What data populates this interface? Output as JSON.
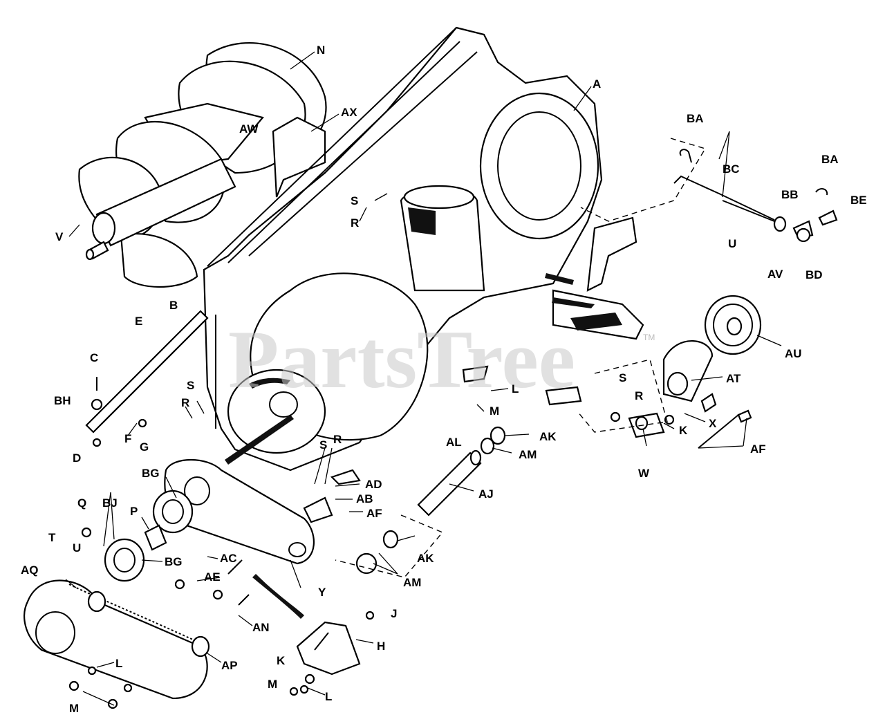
{
  "watermark": {
    "text": "PartsTree",
    "tm": "TM"
  },
  "callouts": [
    {
      "id": "N",
      "text": "N"
    },
    {
      "id": "AX",
      "text": "AX"
    },
    {
      "id": "AW",
      "text": "AW"
    },
    {
      "id": "A",
      "text": "A"
    },
    {
      "id": "BA1",
      "text": "BA"
    },
    {
      "id": "BC",
      "text": "BC"
    },
    {
      "id": "BA2",
      "text": "BA"
    },
    {
      "id": "BB",
      "text": "BB"
    },
    {
      "id": "BE",
      "text": "BE"
    },
    {
      "id": "BD",
      "text": "BD"
    },
    {
      "id": "U1",
      "text": "U"
    },
    {
      "id": "AV",
      "text": "AV"
    },
    {
      "id": "AU",
      "text": "AU"
    },
    {
      "id": "AT",
      "text": "AT"
    },
    {
      "id": "S1",
      "text": "S"
    },
    {
      "id": "R1",
      "text": "R"
    },
    {
      "id": "V",
      "text": "V"
    },
    {
      "id": "B",
      "text": "B"
    },
    {
      "id": "E",
      "text": "E"
    },
    {
      "id": "C",
      "text": "C"
    },
    {
      "id": "BH",
      "text": "BH"
    },
    {
      "id": "S2",
      "text": "S"
    },
    {
      "id": "R2",
      "text": "R"
    },
    {
      "id": "F",
      "text": "F"
    },
    {
      "id": "G",
      "text": "G"
    },
    {
      "id": "D",
      "text": "D"
    },
    {
      "id": "L1",
      "text": "L"
    },
    {
      "id": "M1",
      "text": "M"
    },
    {
      "id": "S3",
      "text": "S"
    },
    {
      "id": "R3",
      "text": "R"
    },
    {
      "id": "X",
      "text": "X"
    },
    {
      "id": "K1",
      "text": "K"
    },
    {
      "id": "AF1",
      "text": "AF"
    },
    {
      "id": "W",
      "text": "W"
    },
    {
      "id": "AK1",
      "text": "AK"
    },
    {
      "id": "AM1",
      "text": "AM"
    },
    {
      "id": "AL",
      "text": "AL"
    },
    {
      "id": "AJ",
      "text": "AJ"
    },
    {
      "id": "S4",
      "text": "S"
    },
    {
      "id": "R4",
      "text": "R"
    },
    {
      "id": "AD",
      "text": "AD"
    },
    {
      "id": "AB",
      "text": "AB"
    },
    {
      "id": "AF2",
      "text": "AF"
    },
    {
      "id": "BG1",
      "text": "BG"
    },
    {
      "id": "Q",
      "text": "Q"
    },
    {
      "id": "BJ",
      "text": "BJ"
    },
    {
      "id": "P",
      "text": "P"
    },
    {
      "id": "AQ",
      "text": "AQ"
    },
    {
      "id": "T",
      "text": "T"
    },
    {
      "id": "U2",
      "text": "U"
    },
    {
      "id": "BG2",
      "text": "BG"
    },
    {
      "id": "AC",
      "text": "AC"
    },
    {
      "id": "AE",
      "text": "AE"
    },
    {
      "id": "Y",
      "text": "Y"
    },
    {
      "id": "AK2",
      "text": "AK"
    },
    {
      "id": "AM2",
      "text": "AM"
    },
    {
      "id": "J",
      "text": "J"
    },
    {
      "id": "AN",
      "text": "AN"
    },
    {
      "id": "H",
      "text": "H"
    },
    {
      "id": "AP",
      "text": "AP"
    },
    {
      "id": "K2",
      "text": "K"
    },
    {
      "id": "M2",
      "text": "M"
    },
    {
      "id": "L2",
      "text": "L"
    },
    {
      "id": "L3",
      "text": "L"
    },
    {
      "id": "M3",
      "text": "M"
    }
  ]
}
